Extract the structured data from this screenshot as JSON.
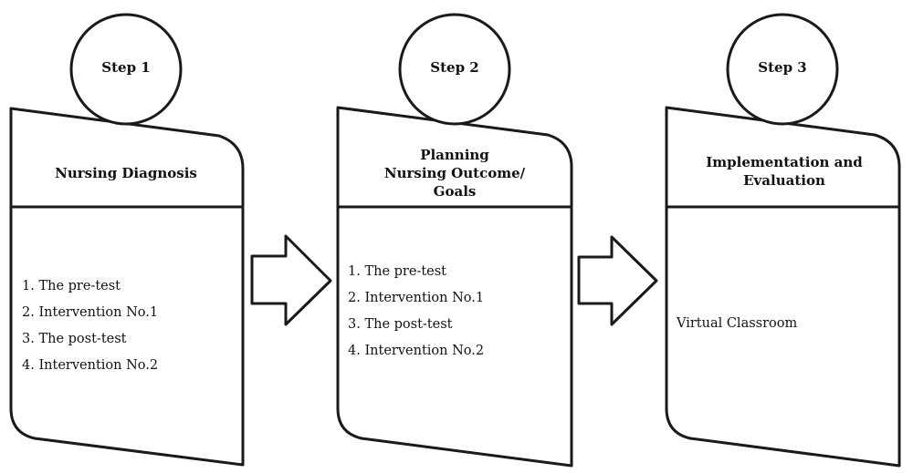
{
  "steps": [
    {
      "label": "Step 1",
      "title_lines": [
        "Nursing Diagnosis"
      ],
      "items": [
        "1. The pre-test",
        "2. Intervention No.1",
        "3. The post-test",
        "4. Intervention No.2"
      ]
    },
    {
      "label": "Step 2",
      "title_lines": [
        "Planning",
        "Nursing Outcome/",
        "Goals"
      ],
      "items": [
        "1. The pre-test",
        "2. Intervention No.1",
        "3. The post-test",
        "4. Intervention No.2"
      ]
    },
    {
      "label": "Step 3",
      "title_lines": [
        "Implementation and",
        "Evaluation"
      ],
      "items": [
        "Virtual Classroom"
      ]
    }
  ],
  "arrows": [
    {
      "from": "Step 1",
      "to": "Step 2"
    },
    {
      "from": "Step 2",
      "to": "Step 3"
    }
  ],
  "colors": {
    "stroke": "#1a1a1a",
    "fill": "#ffffff",
    "text": "#111111"
  }
}
